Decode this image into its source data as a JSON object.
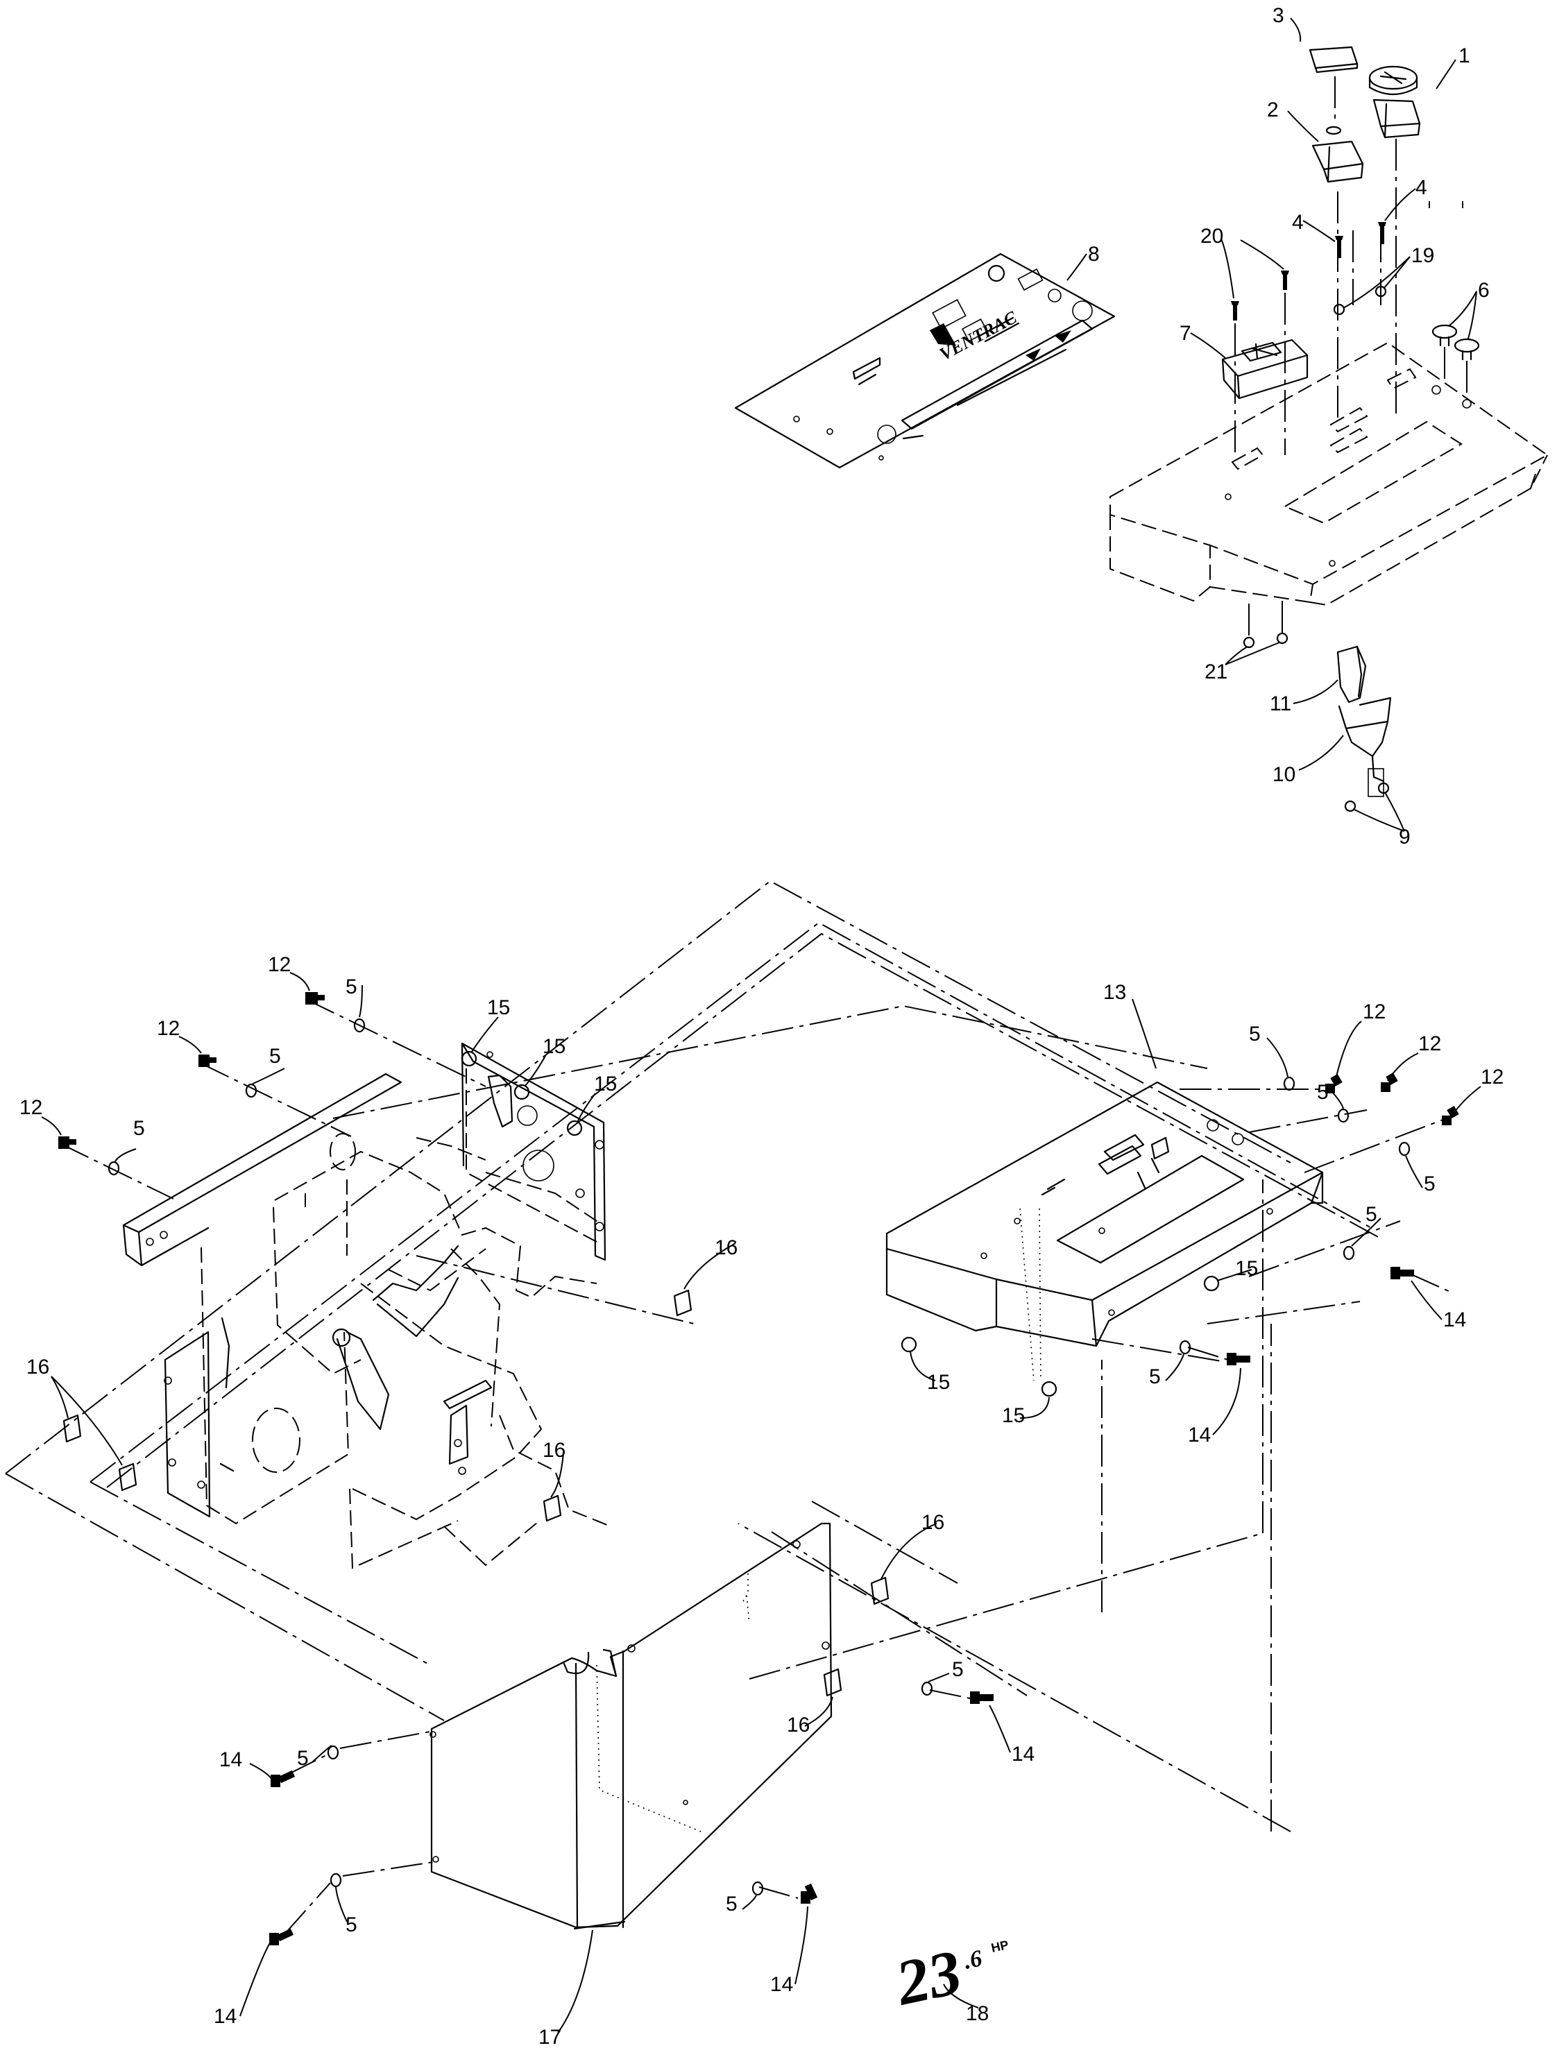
{
  "callouts": {
    "c1": "1",
    "c2": "2",
    "c3": "3",
    "c4a": "4",
    "c4b": "4",
    "c5a": "5",
    "c5b": "5",
    "c5c": "5",
    "c5d": "5",
    "c5e": "5",
    "c5f": "5",
    "c5g": "5",
    "c5h": "5",
    "c5i": "5",
    "c5j": "5",
    "c5k": "5",
    "c5l": "5",
    "c6": "6",
    "c7": "7",
    "c8": "8",
    "c9": "9",
    "c10": "10",
    "c11": "11",
    "c12a": "12",
    "c12b": "12",
    "c12c": "12",
    "c12d": "12",
    "c12e": "12",
    "c12f": "12",
    "c13": "13",
    "c14a": "14",
    "c14b": "14",
    "c14c": "14",
    "c14d": "14",
    "c14e": "14",
    "c14f": "14",
    "c15a": "15",
    "c15b": "15",
    "c15c": "15",
    "c15d": "15",
    "c15e": "15",
    "c15f": "15",
    "c16a": "16",
    "c16b": "16",
    "c16c": "16",
    "c16d": "16",
    "c16e": "16",
    "c17": "17",
    "c18": "18",
    "c19": "19",
    "c20": "20",
    "c21": "21"
  },
  "decal_18": {
    "main": "23",
    "decimal": ".6",
    "unit": "HP"
  },
  "decal_8_logo": "VENTRAC"
}
